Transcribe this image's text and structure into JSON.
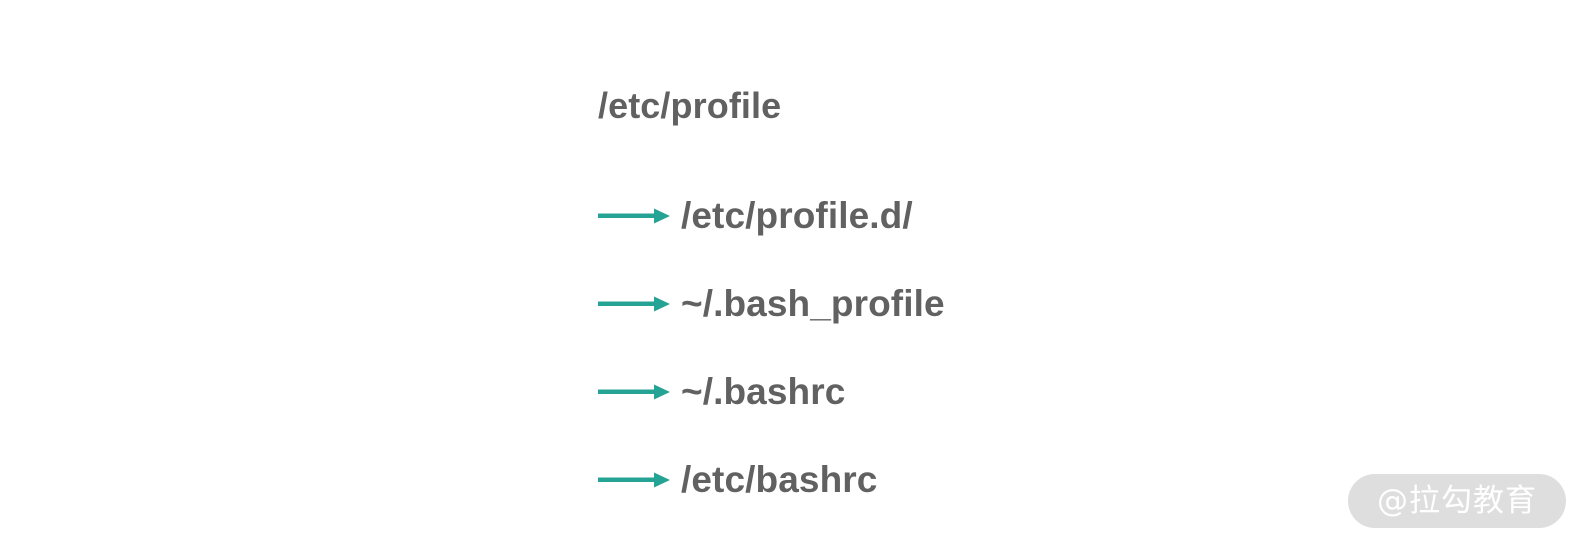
{
  "diagram": {
    "type": "tree",
    "title": "/etc/profile",
    "root": {
      "label": "/etc/profile"
    },
    "arrow_icon_name": "right-arrow-icon",
    "children": [
      {
        "label": "/etc/profile.d/"
      },
      {
        "label": "~/.bash_profile"
      },
      {
        "label": "~/.bashrc"
      },
      {
        "label": "/etc/bashrc"
      }
    ]
  },
  "watermark": {
    "text": "@拉勾教育"
  },
  "colors": {
    "background": "#ffffff",
    "text": "#616161",
    "arrow": "#25a395",
    "watermark_pill": "#dedede",
    "watermark_text": "#ffffff"
  }
}
